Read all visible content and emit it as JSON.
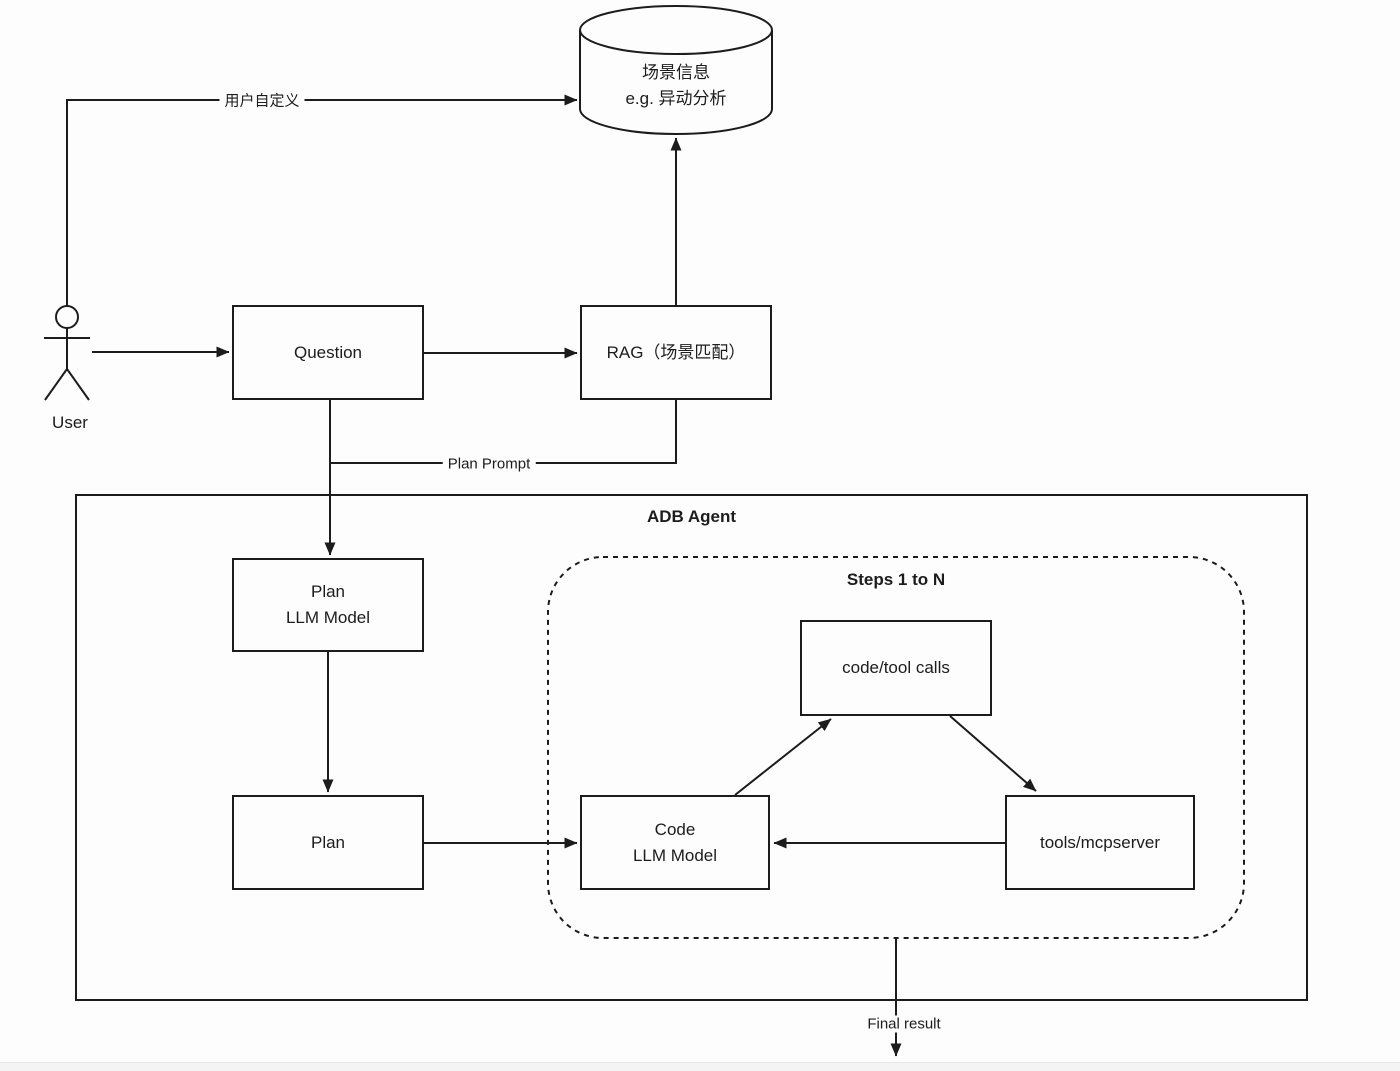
{
  "diagram": {
    "actor": {
      "label": "User"
    },
    "nodes": {
      "scene_db": {
        "line1": "场景信息",
        "line2": "e.g. 异动分析"
      },
      "question": {
        "label": "Question"
      },
      "rag": {
        "label": "RAG（场景匹配）"
      },
      "adb_agent": {
        "label": "ADB Agent"
      },
      "plan_llm": {
        "line1": "Plan",
        "line2": "LLM Model"
      },
      "plan": {
        "label": "Plan"
      },
      "steps": {
        "label": "Steps 1 to N"
      },
      "code_tool_calls": {
        "label": "code/tool calls"
      },
      "code_llm": {
        "line1": "Code",
        "line2": "LLM Model"
      },
      "tools_mcpserver": {
        "label": "tools/mcpserver"
      }
    },
    "edge_labels": {
      "user_custom": "用户自定义",
      "plan_prompt": "Plan Prompt",
      "final_result": "Final result"
    },
    "colors": {
      "stroke": "#1c1c1c",
      "background": "#fdfdfd"
    }
  }
}
